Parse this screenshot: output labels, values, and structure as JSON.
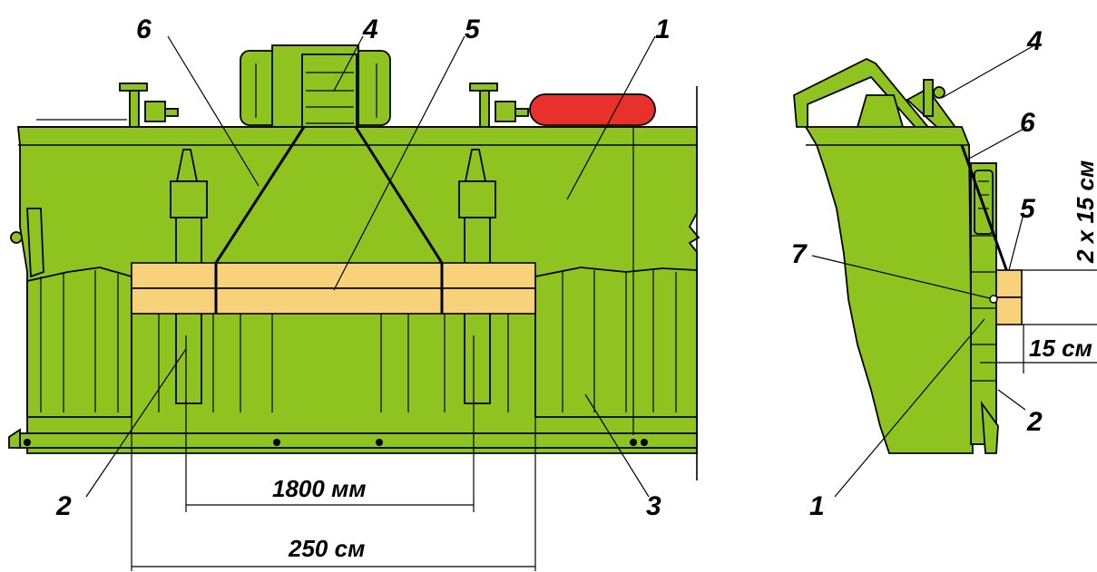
{
  "colors": {
    "body_green": "#8fc31f",
    "plank_yellow": "#f8d27a",
    "tank_red": "#e8312a",
    "outline": "#000000"
  },
  "front_view": {
    "callouts": {
      "c1": "1",
      "c2": "2",
      "c3": "3",
      "c4": "4",
      "c5": "5",
      "c6": "6"
    },
    "dimensions": {
      "inner": "1800 мм",
      "outer": "250 см"
    }
  },
  "side_view": {
    "callouts": {
      "c1": "1",
      "c2": "2",
      "c4": "4",
      "c5": "5",
      "c6": "6",
      "c7": "7"
    },
    "dimensions": {
      "height": "2 х 15 см",
      "depth": "15 см"
    }
  }
}
